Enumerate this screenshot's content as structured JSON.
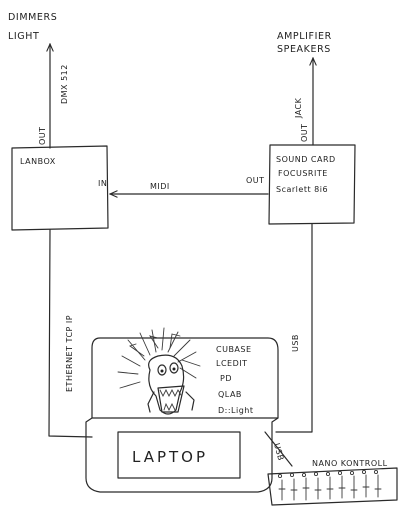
{
  "nodes": {
    "dimmers": {
      "line1": "DIMMERS",
      "line2": "LIGHT"
    },
    "amplifier": {
      "line1": "AMPLIFIER",
      "line2": "SPEAKERS"
    },
    "lanbox": {
      "label": "LANBOX",
      "port_in": "IN"
    },
    "soundcard": {
      "line1": "SOUND CARD",
      "line2": "FOCUSRITE",
      "line3": "Scarlett 8i6",
      "port_out": "OUT"
    },
    "laptop": {
      "label": "LAPTOP",
      "software": [
        "CUBASE",
        "LCEDIT",
        "PD",
        "QLAB",
        "D::Light"
      ]
    },
    "nanokontrol": {
      "label": "NANO KONTROLL"
    }
  },
  "connections": {
    "lanbox_out": "OUT",
    "dmx": "DMX 512",
    "soundcard_out": "OUT",
    "jack": "JACK",
    "midi": "MIDI",
    "ethernet": "ETHERNET TCP IP",
    "usb_soundcard": "USB",
    "usb_nano": "USB"
  },
  "icons": {
    "sketch": "wild-haired-creature-icon",
    "faders": "fader-icon"
  }
}
